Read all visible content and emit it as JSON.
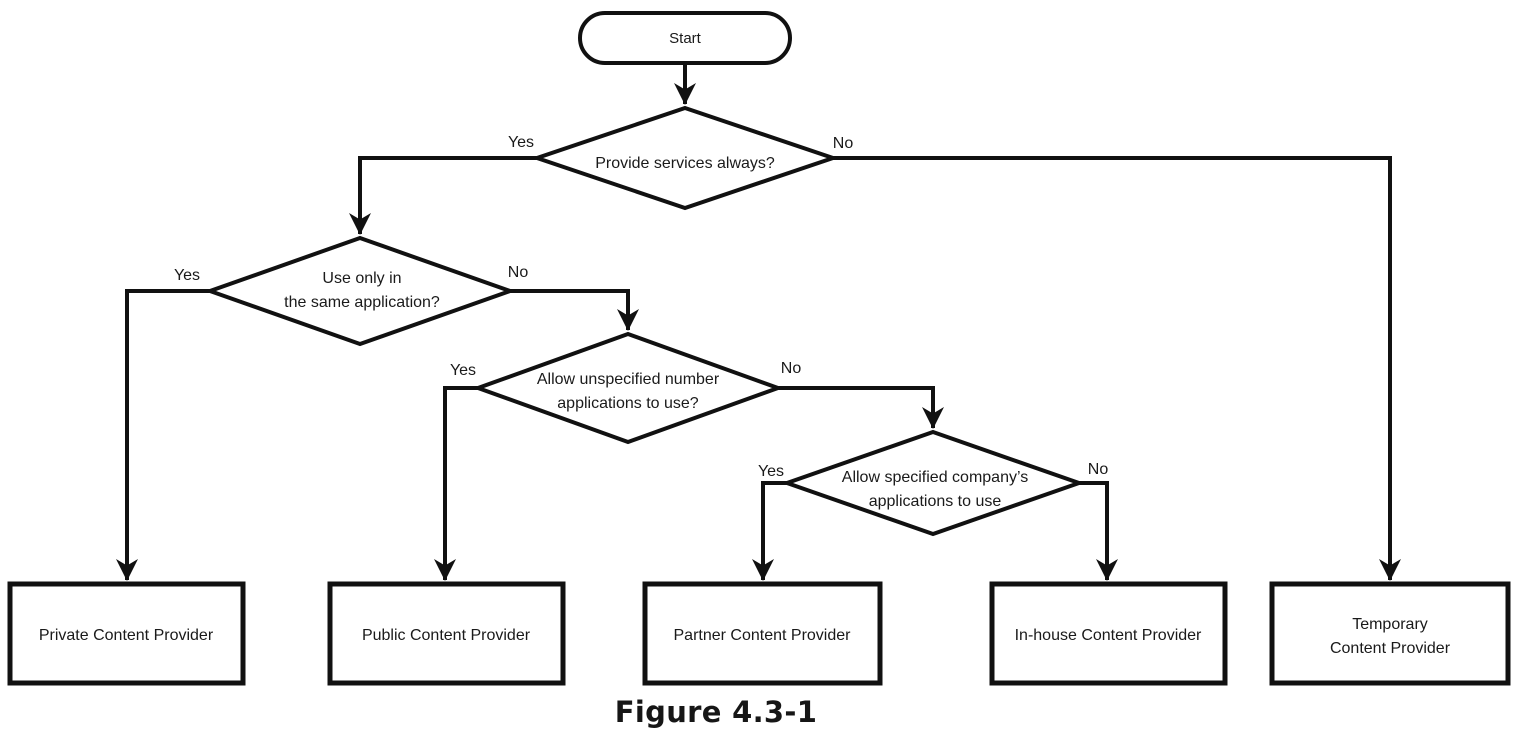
{
  "figure_caption": "Figure 4.3-1",
  "labels": {
    "yes": "Yes",
    "no": "No"
  },
  "nodes": {
    "start": {
      "label": "Start"
    },
    "decision_provide_services": {
      "text": "Provide services always?"
    },
    "decision_same_application": {
      "line1": "Use only in",
      "line2": "the same application?"
    },
    "decision_unspecified_number": {
      "line1": "Allow unspecified number",
      "line2": "applications to use?"
    },
    "decision_specified_company": {
      "line1": "Allow specified company’s",
      "line2": "applications to use"
    },
    "private_provider": {
      "label": "Private Content Provider"
    },
    "public_provider": {
      "label": "Public Content Provider"
    },
    "partner_provider": {
      "label": "Partner Content Provider"
    },
    "inhouse_provider": {
      "label": "In-house Content Provider"
    },
    "temporary_provider": {
      "line1": "Temporary",
      "line2": "Content Provider"
    }
  },
  "edges": [
    {
      "from": "start",
      "to": "decision_provide_services",
      "label": ""
    },
    {
      "from": "decision_provide_services",
      "to": "decision_same_application",
      "label": "Yes"
    },
    {
      "from": "decision_provide_services",
      "to": "temporary_provider",
      "label": "No"
    },
    {
      "from": "decision_same_application",
      "to": "private_provider",
      "label": "Yes"
    },
    {
      "from": "decision_same_application",
      "to": "decision_unspecified_number",
      "label": "No"
    },
    {
      "from": "decision_unspecified_number",
      "to": "public_provider",
      "label": "Yes"
    },
    {
      "from": "decision_unspecified_number",
      "to": "decision_specified_company",
      "label": "No"
    },
    {
      "from": "decision_specified_company",
      "to": "partner_provider",
      "label": "Yes"
    },
    {
      "from": "decision_specified_company",
      "to": "inhouse_provider",
      "label": "No"
    }
  ],
  "colors": {
    "stroke": "#111111",
    "background": "#ffffff",
    "text": "#1a1a1a"
  }
}
